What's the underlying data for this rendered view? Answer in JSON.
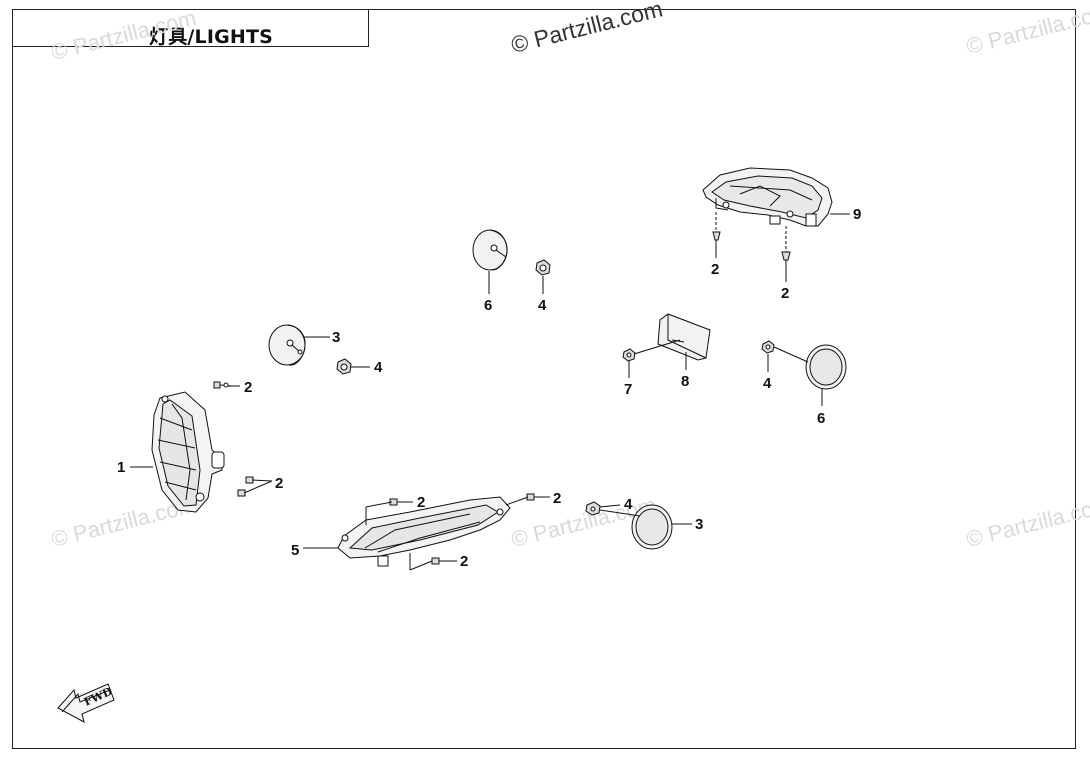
{
  "title": "灯具/LIGHTS",
  "watermark": "© Partzilla.com",
  "fwd_label": "FWD",
  "callouts": {
    "c1": "1",
    "c2a": "2",
    "c2b": "2",
    "c2c": "2",
    "c2d": "2",
    "c2e": "2",
    "c2f": "2",
    "c2g": "2",
    "c3a": "3",
    "c3b": "3",
    "c4a": "4",
    "c4b": "4",
    "c4c": "4",
    "c4d": "4",
    "c5": "5",
    "c6a": "6",
    "c6b": "6",
    "c7": "7",
    "c8": "8",
    "c9": "9"
  }
}
